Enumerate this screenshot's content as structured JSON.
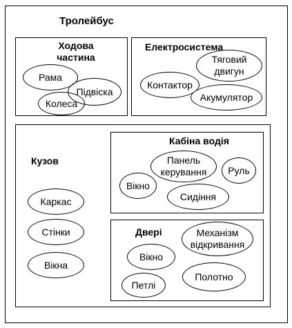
{
  "title": "Тролейбус",
  "groups": {
    "chassis": {
      "label_line1": "Ходова",
      "label_line2": "частина",
      "items": [
        "Рама",
        "Підвіска",
        "Колеса"
      ]
    },
    "electric": {
      "label": "Електросистема",
      "items": {
        "motor_line1": "Тяговий",
        "motor_line2": "двигун",
        "contactor": "Контактор",
        "battery": "Акумулятор"
      }
    },
    "body": {
      "label": "Кузов",
      "items": [
        "Каркас",
        "Стінки",
        "Вікна"
      ],
      "cabin": {
        "label": "Кабіна водія",
        "panel_line1": "Панель",
        "panel_line2": "керування",
        "wheel": "Руль",
        "window": "Вікно",
        "seat": "Сидіння"
      },
      "doors": {
        "label": "Двері",
        "mech_line1": "Механізм",
        "mech_line2": "відкривання",
        "window": "Вікно",
        "hinges": "Петлі",
        "leaf": "Полотно"
      }
    }
  }
}
